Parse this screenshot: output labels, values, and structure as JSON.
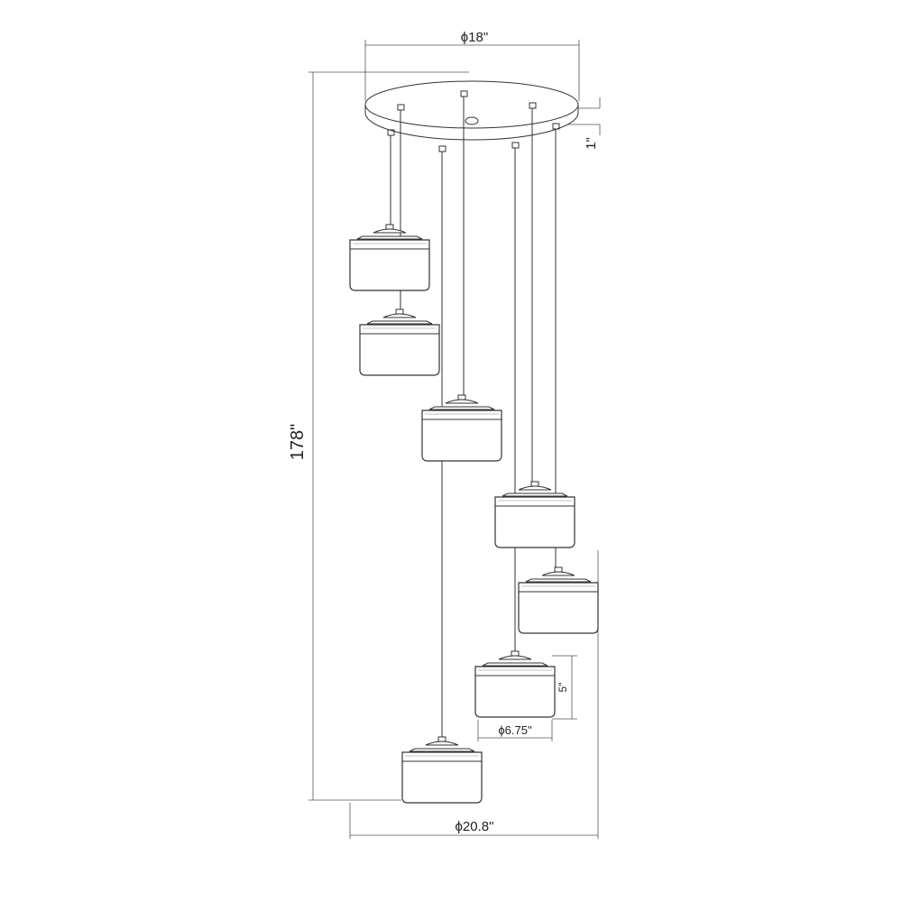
{
  "dimensions": {
    "canopy_diameter": "ϕ18\"",
    "canopy_height": "1\"",
    "overall_height": "178\"",
    "overall_width": "ϕ20.8\"",
    "shade_height": "5\"",
    "shade_diameter": "ϕ6.75\""
  },
  "colors": {
    "line": "#333333",
    "background": "#ffffff"
  }
}
